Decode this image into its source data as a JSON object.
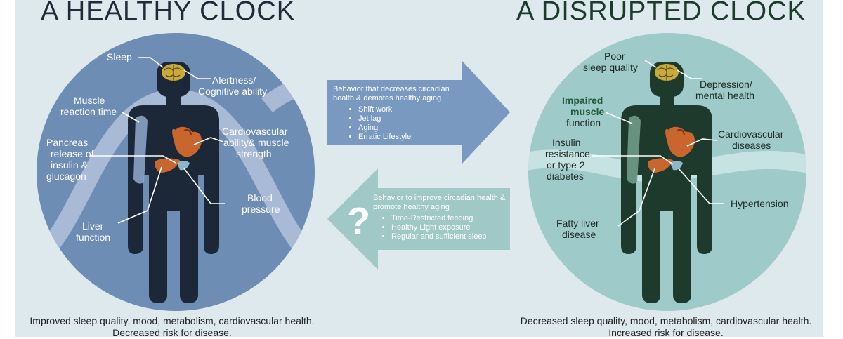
{
  "healthy": {
    "title": "A HEALTHY CLOCK",
    "labels": {
      "sleep": "Sleep",
      "alert_1": "Alertness/",
      "alert_2": "Cognitive ability",
      "muscle_1": "Muscle",
      "muscle_2": "reaction time",
      "cardio_1": "Cardiovascular",
      "cardio_2": "ability& muscle",
      "cardio_3": "strength",
      "pancreas_1": "Pancreas",
      "pancreas_2": "release of",
      "pancreas_3": "insulin &",
      "pancreas_4": "glucagon",
      "blood_1": "Blood",
      "blood_2": "pressure",
      "liver_1": "Liver",
      "liver_2": "function"
    },
    "caption_1": "Improved sleep quality, mood, metabolism, cardiovascular health.",
    "caption_2": "Decreased risk for disease."
  },
  "disrupted": {
    "title": "A DISRUPTED CLOCK",
    "labels": {
      "poor_1": "Poor",
      "poor_2": "sleep quality",
      "dep_1": "Depression/",
      "dep_2": "mental health",
      "impaired_1": "Impaired",
      "impaired_2": "muscle",
      "impaired_3": "function",
      "cardio_1": "Cardiovascular",
      "cardio_2": "diseases",
      "insulin_1": "Insulin",
      "insulin_2": "resistance",
      "insulin_3": "or type 2",
      "insulin_4": "diabetes",
      "hyper": "Hypertension",
      "fatty_1": "Fatty liver",
      "fatty_2": "disease"
    },
    "caption_1": "Decreased sleep quality, mood, metabolism, cardiovascular health.",
    "caption_2": "Increased risk for disease."
  },
  "arrow_right": {
    "heading": "Behavior that decreases circadian health & demotes healthy aging",
    "items": [
      "Shift work",
      "Jet lag",
      "Aging",
      "Erratic Lifestyle"
    ]
  },
  "arrow_left": {
    "symbol": "?",
    "heading": "Behavior to improve circadian health & promote healthy aging",
    "items": [
      "Time-Restricted feeding",
      "Healthy Light exposure",
      "Regular and sufficient sleep"
    ]
  },
  "colors": {
    "bg_panel": "#dde9ec",
    "healthy_circle": "#6e8db4",
    "healthy_band": "#a9bad6",
    "healthy_body": "#1c2738",
    "disrupted_circle": "#9fcaca",
    "disrupted_band": "#c7e2e2",
    "disrupted_body": "#1e3a2c",
    "arrow_right": "#7a99c0",
    "arrow_left": "#9fc8c6",
    "organ": "#c8662e",
    "brain": "#c9a83c",
    "impaired_text": "#1f5b3a"
  }
}
